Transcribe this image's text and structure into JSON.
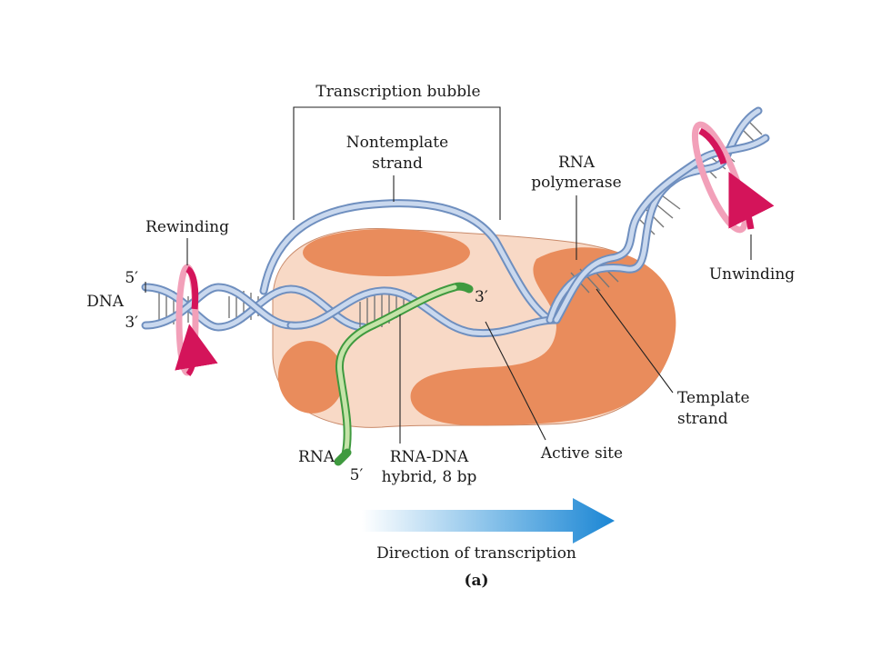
{
  "labels": {
    "transcription_bubble": "Transcription bubble",
    "nontemplate_line1": "Nontemplate",
    "nontemplate_line2": "strand",
    "rna_polymerase_line1": "RNA",
    "rna_polymerase_line2": "polymerase",
    "rewinding": "Rewinding",
    "unwinding": "Unwinding",
    "five_prime_dna": "5′",
    "dna": "DNA",
    "three_prime_dna": "3′",
    "three_prime_rna": "3′",
    "template_line1": "Template",
    "template_line2": "strand",
    "rna": "RNA",
    "five_prime_rna": "5′",
    "hybrid_line1": "RNA-DNA",
    "hybrid_line2": "hybrid, 8 bp",
    "active_site": "Active site",
    "direction": "Direction of transcription",
    "panel": "(a)"
  },
  "colors": {
    "polymerase_light": "#f8d9c6",
    "polymerase_dark": "#e98c5c",
    "dna_strand": "#6f8fbf",
    "dna_strand_highlight": "#c9d8ee",
    "rna_strand": "#4aa84a",
    "rna_light": "#c5e3a8",
    "rotation_arrow": "#d4145a",
    "direction_arrow": "#1b86d4"
  }
}
